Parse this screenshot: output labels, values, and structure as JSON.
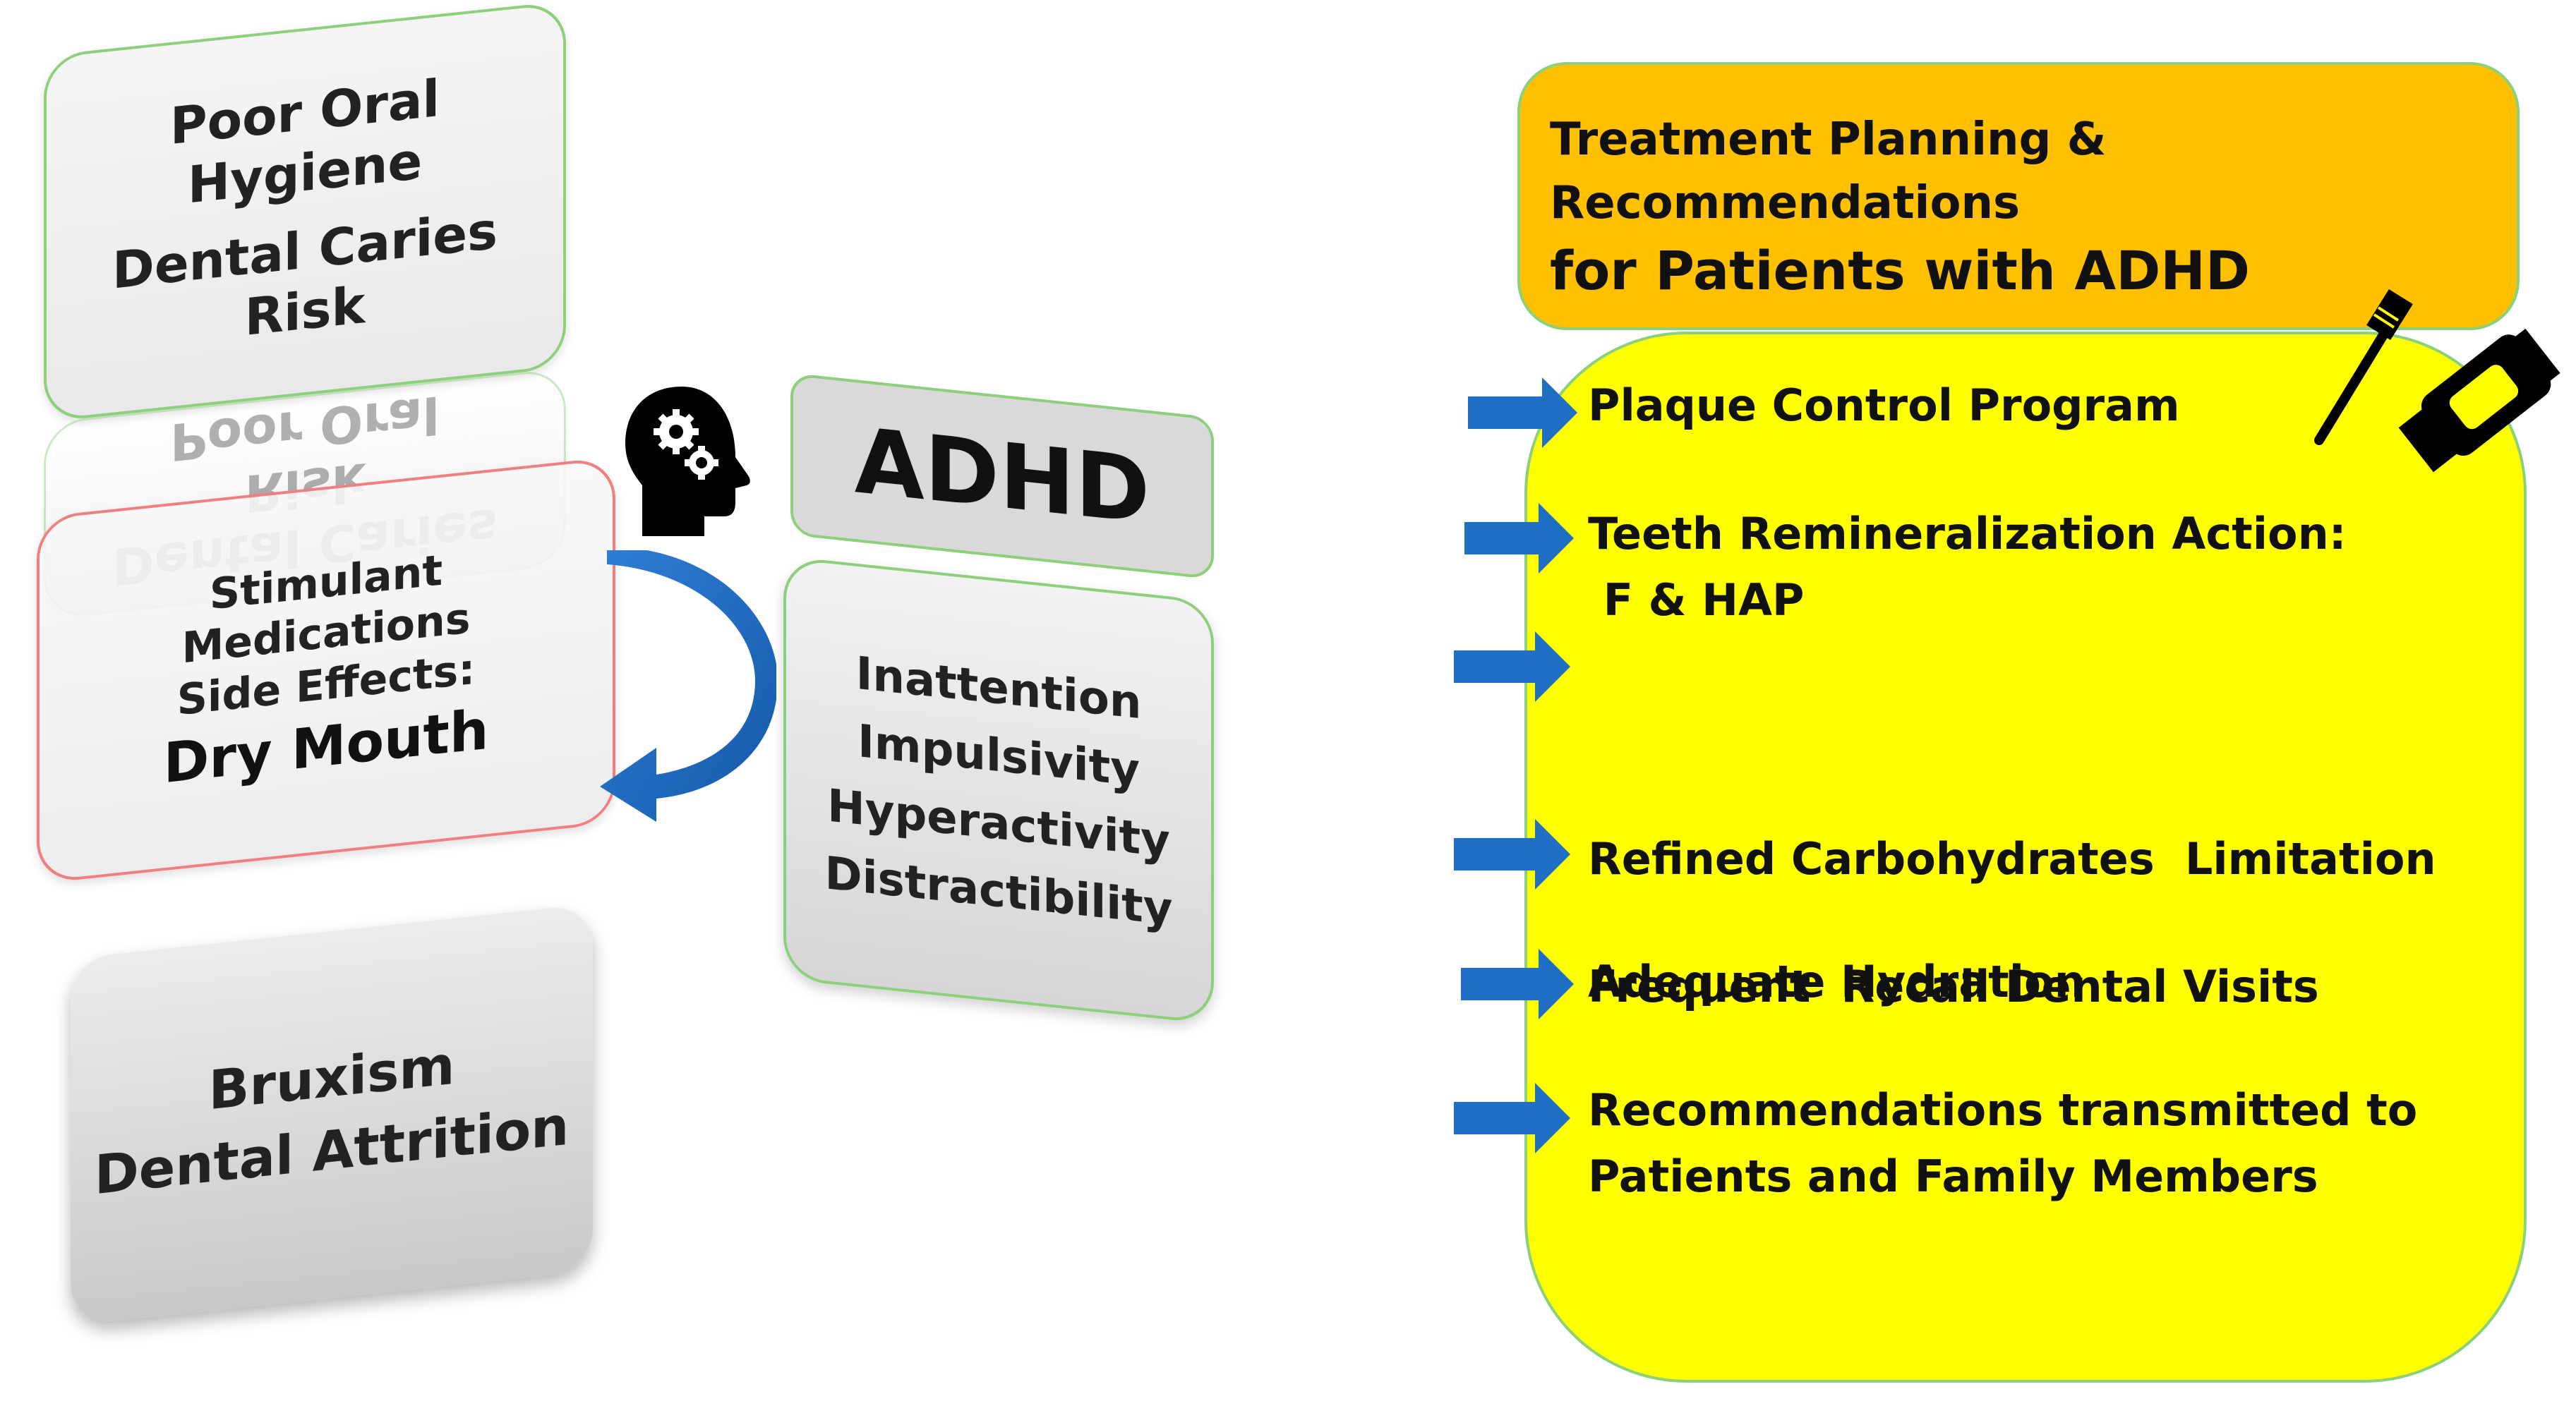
{
  "left_cards": {
    "hygiene": {
      "line1": "Poor Oral Hygiene",
      "line2": "Dental Caries Risk"
    },
    "stimulant": {
      "line1": "Stimulant Medications",
      "line2": "Side Effects:",
      "line3": "Dry Mouth"
    },
    "bruxism": {
      "line1": "Bruxism",
      "line2": "Dental Attrition"
    },
    "adhd": {
      "label": "ADHD"
    },
    "symptoms": [
      "Inattention",
      "Impulsivity",
      "Hyperactivity",
      "Distractibility"
    ]
  },
  "icons": {
    "head": "head-with-gears-icon",
    "curved_arrow": "curved-arrow-icon",
    "toothbrush": "toothbrush-icon",
    "toothpaste": "toothpaste-icon",
    "bullet_arrow": "right-arrow-icon"
  },
  "treatment": {
    "title_line1": "Treatment Planning & Recommendations",
    "title_line2": "for Patients with ADHD",
    "items": [
      {
        "line1": "Plaque Control Program"
      },
      {
        "line1": "Teeth Remineralization Action:",
        "line2": " F & HAP"
      },
      {
        "line1": "Refined Carbohydrates  Limitation"
      },
      {
        "line1": "Frequent  Recall Dental Visits"
      },
      {
        "line1": "Adequate Hydration"
      },
      {
        "line1": "Recommendations transmitted to",
        "line2": "Patients and Family Members"
      }
    ]
  },
  "colors": {
    "title_fill": "#ffc000",
    "recommendation_fill": "#ffff00",
    "card_border_green": "#8dd07c",
    "card_border_red": "#f08080",
    "arrow_blue": "#1f6fc5"
  }
}
